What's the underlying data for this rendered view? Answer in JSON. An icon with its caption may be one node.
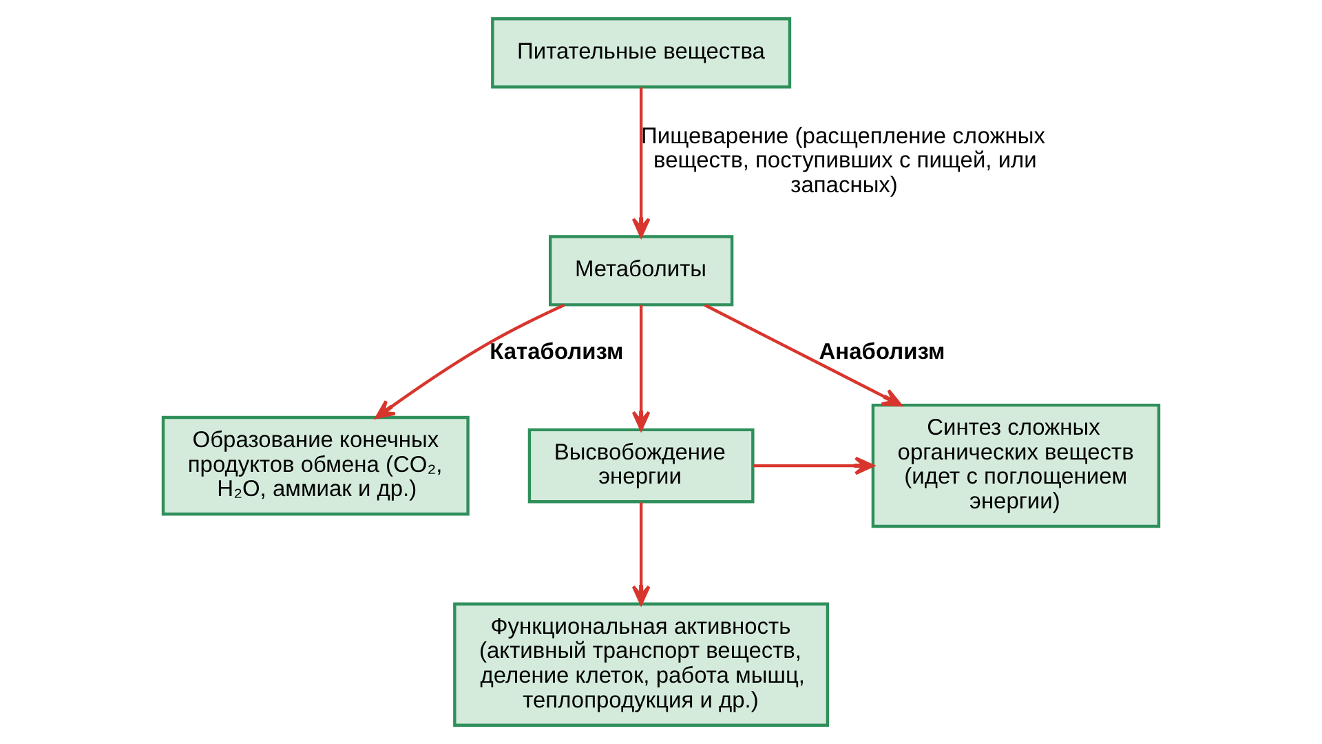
{
  "diagram": {
    "nodes": [
      {
        "text": [
          "Питательные вещества"
        ]
      },
      {
        "text": [
          "Метаболиты"
        ]
      },
      {
        "text": [
          "Образование конечных продуктов обмена (CO₂, H₂O, аммиак и др.)"
        ]
      },
      {
        "text": [
          "Высвобождение энергии"
        ]
      },
      {
        "text": [
          "Синтез сложных органических веществ (идет с поглощением энергии)"
        ]
      },
      {
        "text": [
          "Функциональная активность (активный транспорт веществ, деление клеток, работа мышц, теплопродукция и др.)"
        ]
      }
    ],
    "edges": [
      {
        "from": 0,
        "to": 1,
        "arrow": "to",
        "label": "Пищеварение (расщепление сложных веществ, поступивших с пищей, или запасных)"
      },
      {
        "from": 1,
        "to": 2,
        "arrow": "to",
        "label": "Катаболизм"
      },
      {
        "from": 1,
        "to": 3,
        "arrow": "to"
      },
      {
        "from": 1,
        "to": 4,
        "arrow": "to",
        "label": "Анаболизм"
      },
      {
        "from": 3,
        "to": 4,
        "arrow": "to"
      },
      {
        "from": 3,
        "to": 5,
        "arrow": "to"
      }
    ]
  }
}
